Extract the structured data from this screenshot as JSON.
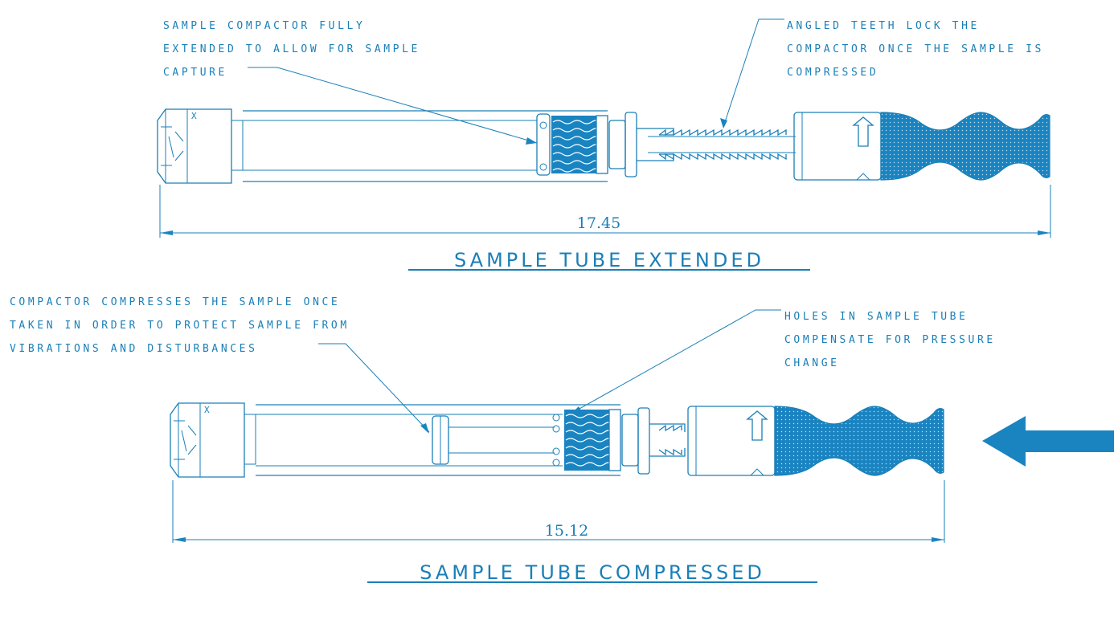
{
  "extended": {
    "title": "SAMPLE TUBE EXTENDED",
    "dimension": "17.45",
    "note_left": [
      "SAMPLE COMPACTOR FULLY",
      "EXTENDED TO ALLOW FOR SAMPLE",
      "CAPTURE"
    ],
    "note_right": [
      "ANGLED TEETH LOCK THE",
      "COMPACTOR ONCE THE SAMPLE IS",
      "COMPRESSED"
    ]
  },
  "compressed": {
    "title": "SAMPLE TUBE COMPRESSED",
    "dimension": "15.12",
    "note_left": [
      "COMPACTOR COMPRESSES THE SAMPLE ONCE",
      "TAKEN IN ORDER TO PROTECT SAMPLE FROM",
      "VIBRATIONS AND DISTURBANCES"
    ],
    "note_right": [
      "HOLES IN SAMPLE TUBE",
      "COMPENSATE FOR PRESSURE",
      "CHANGE"
    ]
  },
  "colors": {
    "line": "#1a7fb7",
    "fill": "#1a84c1",
    "background": "#ffffff"
  },
  "icons": {
    "push_arrow": "arrow-left-icon",
    "handle_arrow": "arrow-up-icon"
  }
}
